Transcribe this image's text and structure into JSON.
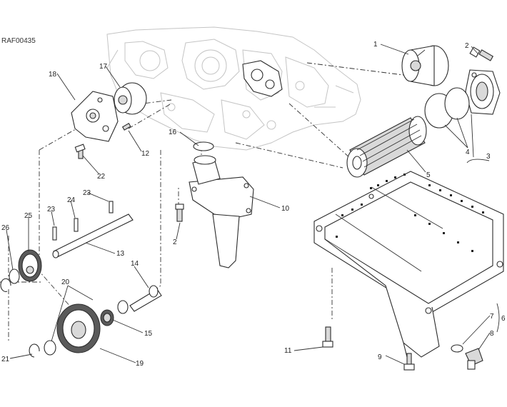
{
  "diagram": {
    "reference_code": "RAF00435",
    "callouts": [
      {
        "id": "c1",
        "text": "1"
      },
      {
        "id": "c2a",
        "text": "2"
      },
      {
        "id": "c3",
        "text": "3"
      },
      {
        "id": "c4",
        "text": "4"
      },
      {
        "id": "c5",
        "text": "5"
      },
      {
        "id": "c6",
        "text": "6"
      },
      {
        "id": "c7",
        "text": "7"
      },
      {
        "id": "c8",
        "text": "8"
      },
      {
        "id": "c9",
        "text": "9"
      },
      {
        "id": "c10",
        "text": "10"
      },
      {
        "id": "c11",
        "text": "11"
      },
      {
        "id": "c12",
        "text": "12"
      },
      {
        "id": "c13",
        "text": "13"
      },
      {
        "id": "c14",
        "text": "14"
      },
      {
        "id": "c15",
        "text": "15"
      },
      {
        "id": "c16",
        "text": "16"
      },
      {
        "id": "c17",
        "text": "17"
      },
      {
        "id": "c18",
        "text": "18"
      },
      {
        "id": "c19",
        "text": "19"
      },
      {
        "id": "c20",
        "text": "20"
      },
      {
        "id": "c21",
        "text": "21"
      },
      {
        "id": "c22",
        "text": "22"
      },
      {
        "id": "c23a",
        "text": "23"
      },
      {
        "id": "c23b",
        "text": "23"
      },
      {
        "id": "c24",
        "text": "24"
      },
      {
        "id": "c25",
        "text": "25"
      },
      {
        "id": "c26",
        "text": "26"
      },
      {
        "id": "c2b",
        "text": "2"
      }
    ]
  }
}
